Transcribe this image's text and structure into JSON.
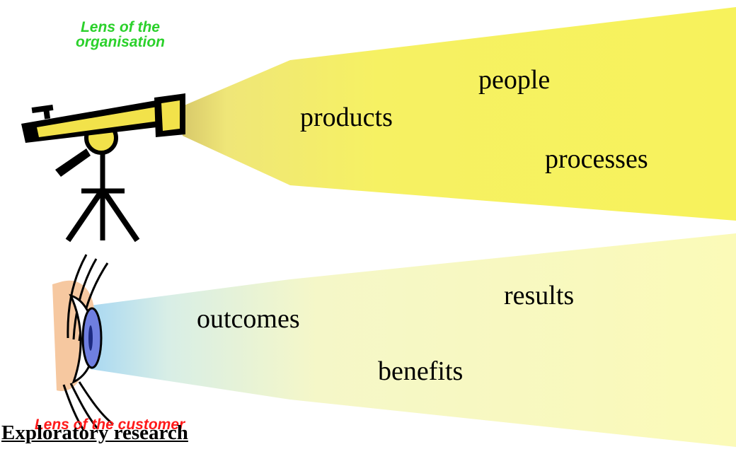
{
  "organisation": {
    "lens_label": "Lens of the organisation",
    "words": {
      "people": "people",
      "products": "products",
      "processes": "processes"
    }
  },
  "customer": {
    "lens_label": "Lens of the customer",
    "words": {
      "results": "results",
      "outcomes": "outcomes",
      "benefits": "benefits"
    }
  },
  "footer": {
    "title": "Exploratory research"
  },
  "colors": {
    "organisation_label": "#2bd12b",
    "customer_label": "#ff1a1a",
    "organisation_beam": "#f5f05a",
    "customer_beam": "#fafab4",
    "eye_iris": "#6f7fe0",
    "telescope_body": "#f2e24a"
  },
  "icons": {
    "telescope": "telescope-icon",
    "eye": "eye-icon"
  }
}
